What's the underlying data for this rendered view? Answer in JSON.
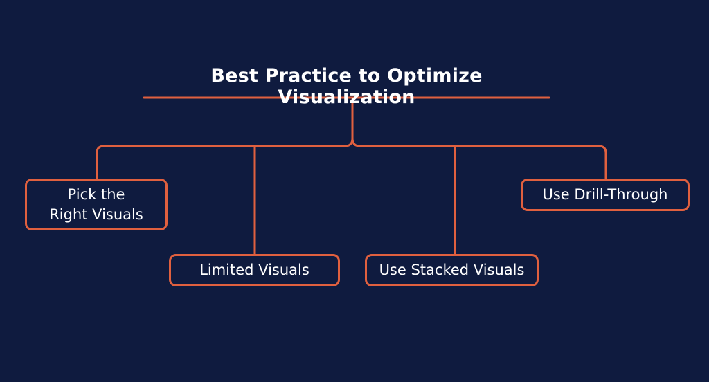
{
  "title": "Best Practice to Optimize Visualization",
  "nodes": [
    {
      "line1": "Pick the",
      "line2": "Right Visuals"
    },
    {
      "label": "Limited Visuals"
    },
    {
      "label": "Use Stacked Visuals"
    },
    {
      "label": "Use Drill-Through"
    }
  ],
  "colors": {
    "background": "#0f1b3f",
    "accent": "#e0603f",
    "text": "#ffffff"
  }
}
